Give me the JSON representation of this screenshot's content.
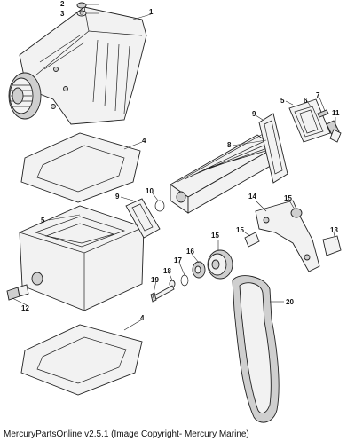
{
  "callouts": [
    {
      "id": "c1",
      "label": "1"
    },
    {
      "id": "c2",
      "label": "2"
    },
    {
      "id": "c3",
      "label": "3"
    },
    {
      "id": "c4a",
      "label": "4"
    },
    {
      "id": "c4b",
      "label": "4"
    },
    {
      "id": "c5a",
      "label": "5"
    },
    {
      "id": "c5b",
      "label": "5"
    },
    {
      "id": "c6",
      "label": "6"
    },
    {
      "id": "c7",
      "label": "7"
    },
    {
      "id": "c8",
      "label": "8"
    },
    {
      "id": "c9a",
      "label": "9"
    },
    {
      "id": "c9b",
      "label": "9"
    },
    {
      "id": "c10",
      "label": "10"
    },
    {
      "id": "c11",
      "label": "11"
    },
    {
      "id": "c12",
      "label": "12"
    },
    {
      "id": "c13",
      "label": "13"
    },
    {
      "id": "c14",
      "label": "14"
    },
    {
      "id": "c15a",
      "label": "15"
    },
    {
      "id": "c15b",
      "label": "15"
    },
    {
      "id": "c15c",
      "label": "15"
    },
    {
      "id": "c16",
      "label": "16"
    },
    {
      "id": "c17",
      "label": "17"
    },
    {
      "id": "c18",
      "label": "18"
    },
    {
      "id": "c19",
      "label": "19"
    },
    {
      "id": "c20",
      "label": "20"
    }
  ],
  "footer": {
    "text": "MercuryPartsOnline v2.5.1 (Image Copyright- Mercury Marine)"
  }
}
